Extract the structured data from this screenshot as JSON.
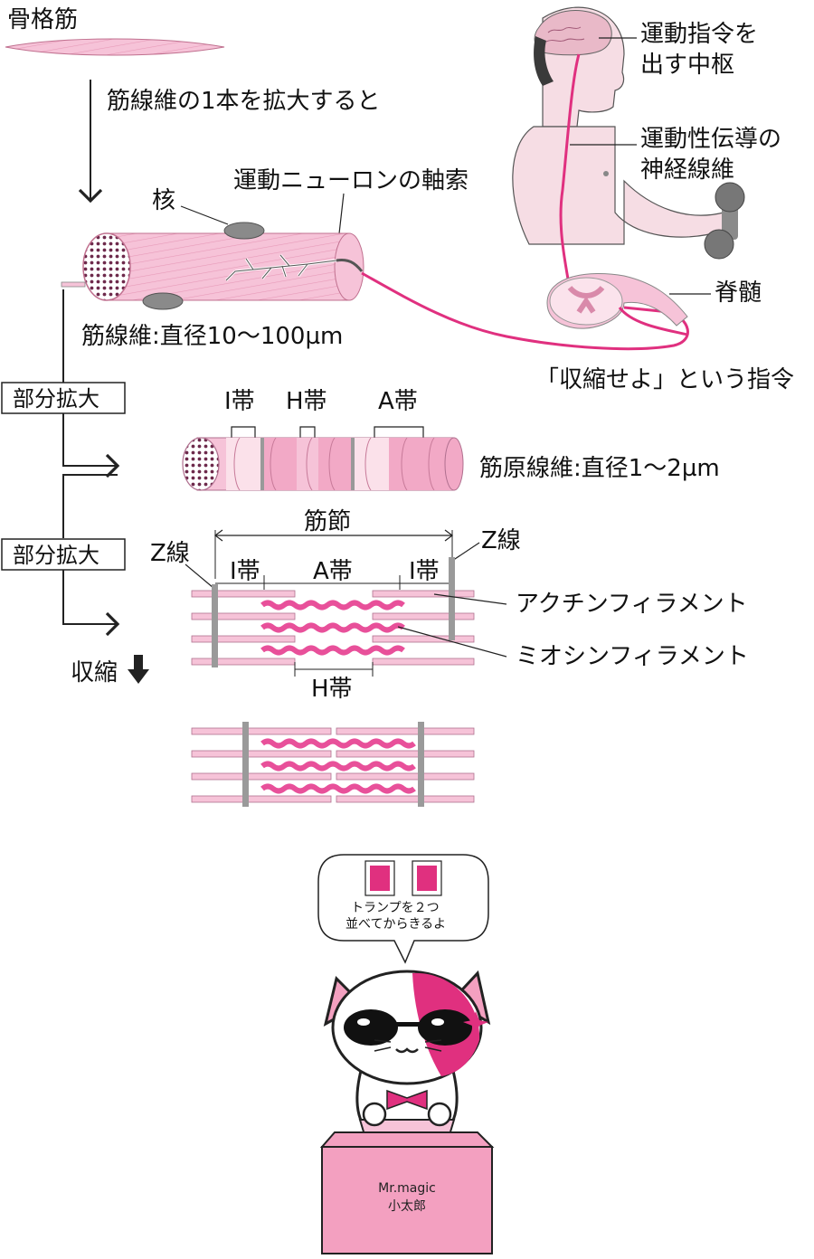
{
  "labels": {
    "skeletal_muscle": "骨格筋",
    "zoom_fiber": "筋線維の1本を拡大すると",
    "nucleus": "核",
    "motor_axon": "運動ニューロンの軸索",
    "fiber_diameter": "筋線維:直径10〜100µm",
    "brain_line1": "運動指令を",
    "brain_line2": "出す中枢",
    "nerve_line1": "運動性伝導の",
    "nerve_line2": "神経線維",
    "spinal_cord": "脊髄",
    "command": "「収縮せよ」という指令",
    "partial_zoom_1": "部分拡大",
    "partial_zoom_2": "部分拡大",
    "i_band_top": "I帯",
    "h_band_top": "H帯",
    "a_band_top": "A帯",
    "myofibril_diameter": "筋原線維:直径1〜2µm",
    "sarcomere": "筋節",
    "z_line_left": "Z線",
    "z_line_right": "Z線",
    "i_band_left": "I帯",
    "a_band": "A帯",
    "i_band_right": "I帯",
    "actin": "アクチンフィラメント",
    "myosin": "ミオシンフィラメント",
    "h_band_bottom": "H帯",
    "contraction": "収縮",
    "speech_line1": "トランプを２つ",
    "speech_line2": "並べてからきるよ",
    "podium_line1": "Mr.magic",
    "podium_line2": "小太郎"
  },
  "colors": {
    "pink": "#f3b6cf",
    "pink_light": "#f9d6e3",
    "magenta": "#e0307f",
    "hot_pink": "#e8509a",
    "gray": "#9a9a9a",
    "dark": "#222222"
  }
}
